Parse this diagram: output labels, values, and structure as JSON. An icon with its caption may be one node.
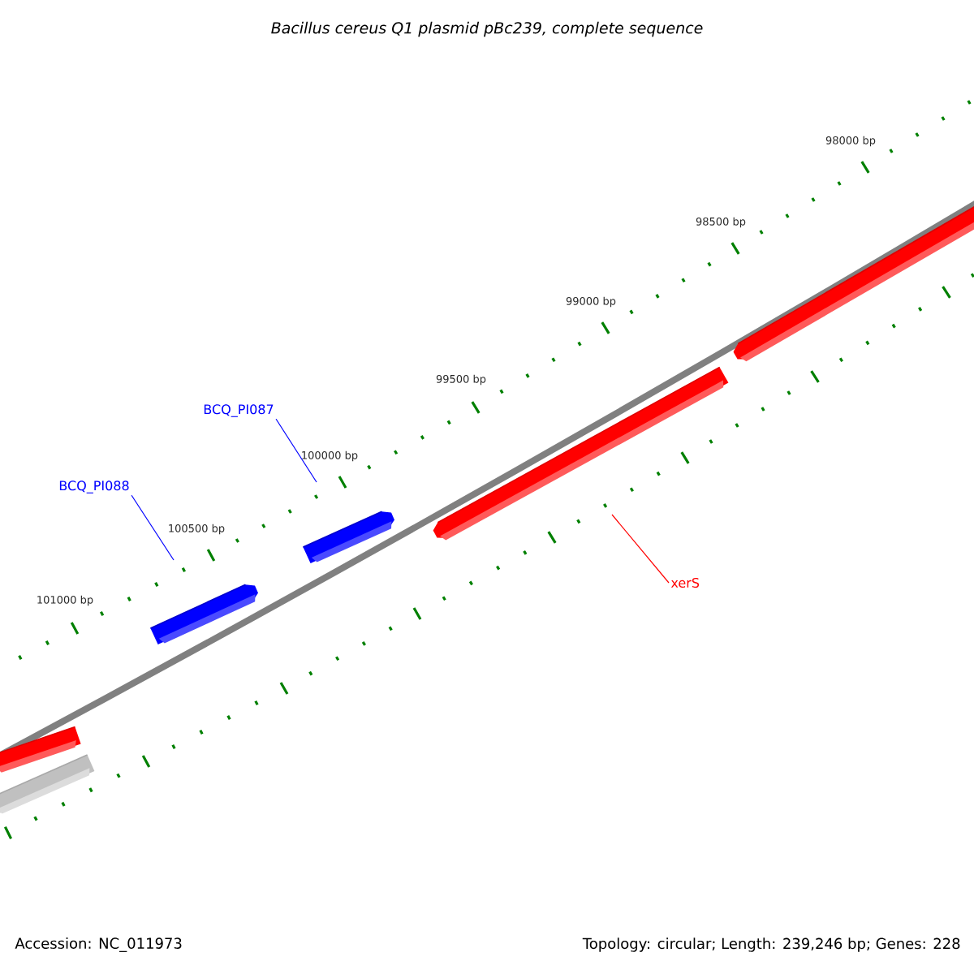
{
  "diagram": {
    "title": "Bacillus cereus Q1 plasmid pBc239, complete sequence",
    "nodes": [
      {
        "text": [
          "BCQ_PI087"
        ]
      },
      {
        "text": [
          "BCQ_PI088"
        ]
      },
      {
        "text": [
          "xerS"
        ]
      }
    ],
    "edges": [
      {
        "from": 0,
        "to": null,
        "arrow": "none"
      },
      {
        "from": 1,
        "to": null,
        "arrow": "none"
      },
      {
        "from": 2,
        "to": null,
        "arrow": "none",
        "color": "#ff0000"
      }
    ],
    "labels": [
      "98000 bp",
      "98500 bp",
      "99000 bp",
      "99500 bp",
      "100000 bp",
      "100500 bp",
      "101000 bp",
      "Accession: NC_011973",
      "Topology: circular; Length: 239,246 bp; Genes: 228"
    ]
  }
}
